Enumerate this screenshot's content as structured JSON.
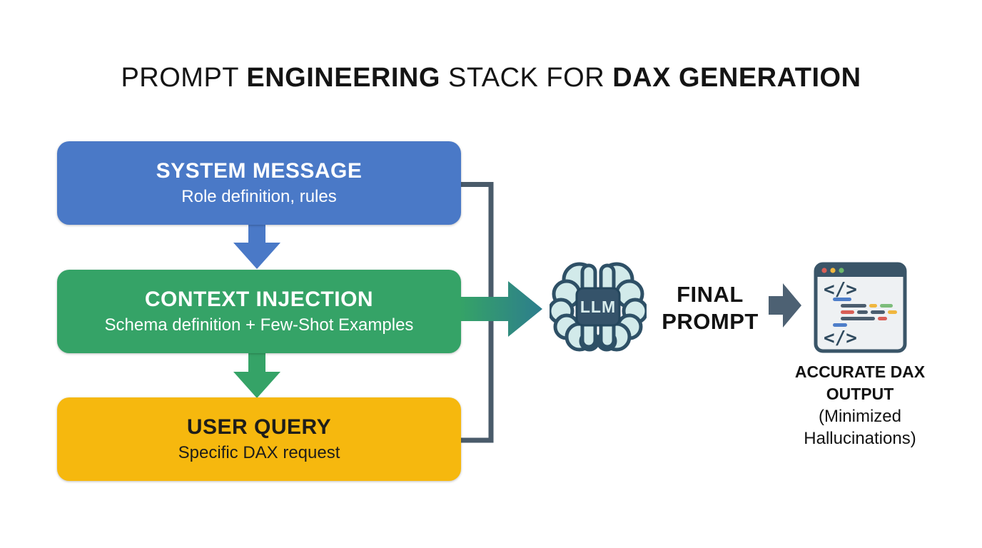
{
  "title": {
    "parts": [
      {
        "text": "PROMPT ",
        "weight": "regular"
      },
      {
        "text": "ENGINEERING",
        "weight": "bold"
      },
      {
        "text": " STACK FOR ",
        "weight": "regular"
      },
      {
        "text": "DAX GENERATION",
        "weight": "bold"
      }
    ]
  },
  "stack": {
    "boxes": [
      {
        "title": "SYSTEM MESSAGE",
        "subtitle": "Role definition, rules",
        "color": "#4a79c7",
        "text_color": "#ffffff"
      },
      {
        "title": "CONTEXT INJECTION",
        "subtitle": "Schema definition + Few-Shot Examples",
        "color": "#35a367",
        "text_color": "#ffffff"
      },
      {
        "title": "USER QUERY",
        "subtitle": "Specific DAX request",
        "color": "#f6b80e",
        "text_color": "#1e1d1a"
      }
    ]
  },
  "connector": {
    "color": "#4a5b6a"
  },
  "merge_arrow": {
    "from_color": "#35a367",
    "to_color": "#2d7d8d"
  },
  "llm": {
    "label": "LLM",
    "brain_fill": "#d2eaea",
    "outline_color": "#2e5066",
    "chip_color": "#35536a",
    "chip_text_color": "#d8ecec"
  },
  "final_prompt": {
    "lines": [
      "FINAL",
      "PROMPT"
    ]
  },
  "forward_arrow": {
    "color": "#4d6173"
  },
  "code_window": {
    "glyph": "</>",
    "frame_color": "#3a5568",
    "body_color": "#eef1f3",
    "glyph_color": "#2f4a5e",
    "dot_colors": [
      "#d95f57",
      "#f0b73f",
      "#6cb86a"
    ],
    "line_colors": {
      "blue": "#4e7ec9",
      "slate": "#4b5d6e",
      "yellow": "#f0b73f",
      "green": "#7dbd7b",
      "red": "#d95f57"
    }
  },
  "output_caption": {
    "bold_text": "ACCURATE DAX OUTPUT",
    "normal_text": "(Minimized Hallucinations)"
  }
}
